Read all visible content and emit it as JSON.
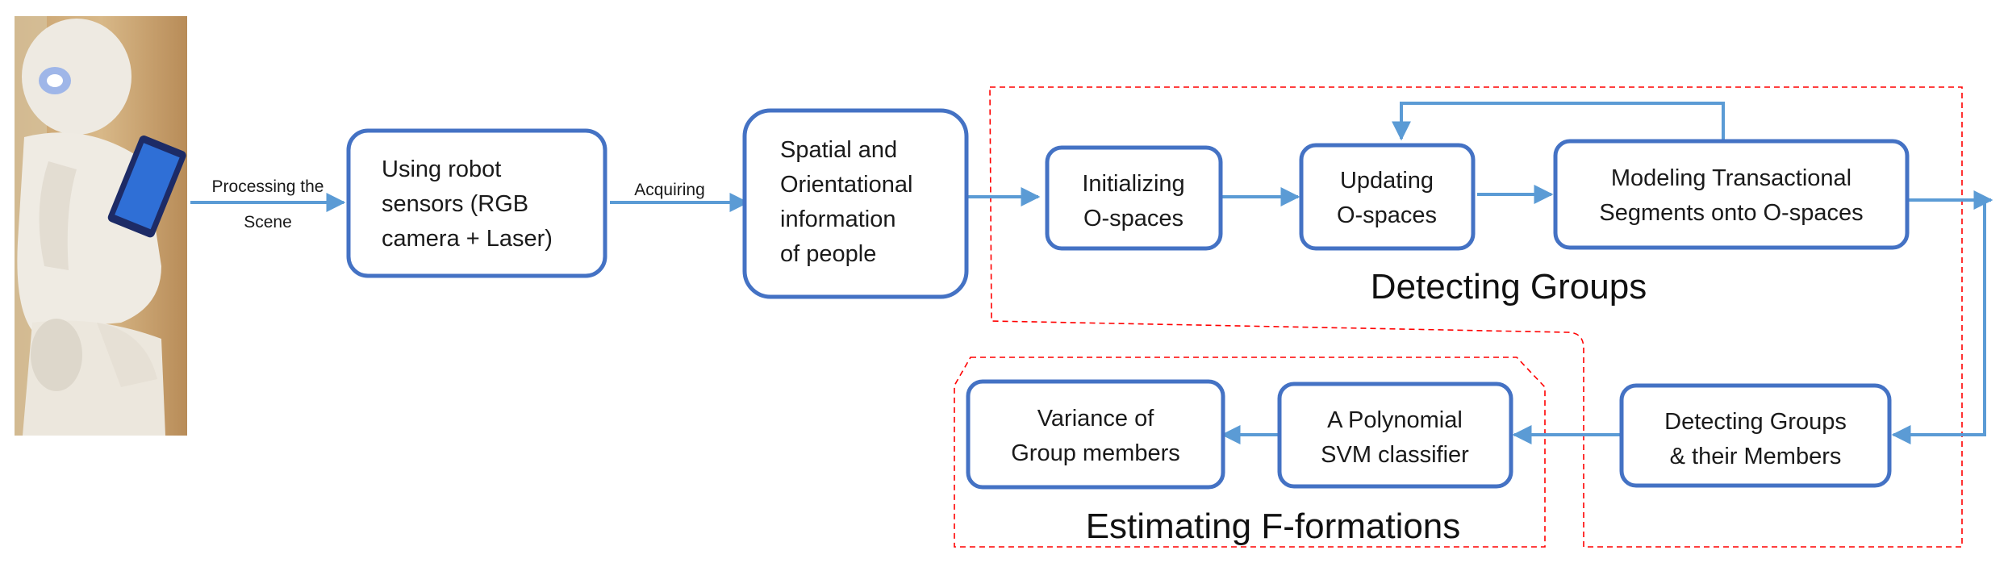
{
  "colors": {
    "box_stroke": "#4472C4",
    "arrow": "#5B9BD5",
    "group_border": "#FF0000"
  },
  "robot_image": {
    "icon": "robot-photo-icon"
  },
  "edges": {
    "processing_line1": "Processing the",
    "processing_line2": "Scene",
    "acquiring": "Acquiring"
  },
  "boxes": {
    "sensors": [
      "Using robot",
      "sensors (RGB",
      "camera + Laser)"
    ],
    "spatial": [
      "Spatial and",
      "Orientational",
      "information",
      "of people"
    ],
    "init": [
      "Initializing",
      "O-spaces"
    ],
    "update": [
      "Updating",
      "O-spaces"
    ],
    "modeling": [
      "Modeling Transactional",
      "Segments onto O-spaces"
    ],
    "detecting": [
      "Detecting Groups",
      "& their Members"
    ],
    "svm": [
      "A Polynomial",
      "SVM classifier"
    ],
    "variance": [
      "Variance of",
      "Group members"
    ]
  },
  "groups": {
    "detecting_label": "Detecting Groups",
    "estimating_label": "Estimating F-formations"
  }
}
